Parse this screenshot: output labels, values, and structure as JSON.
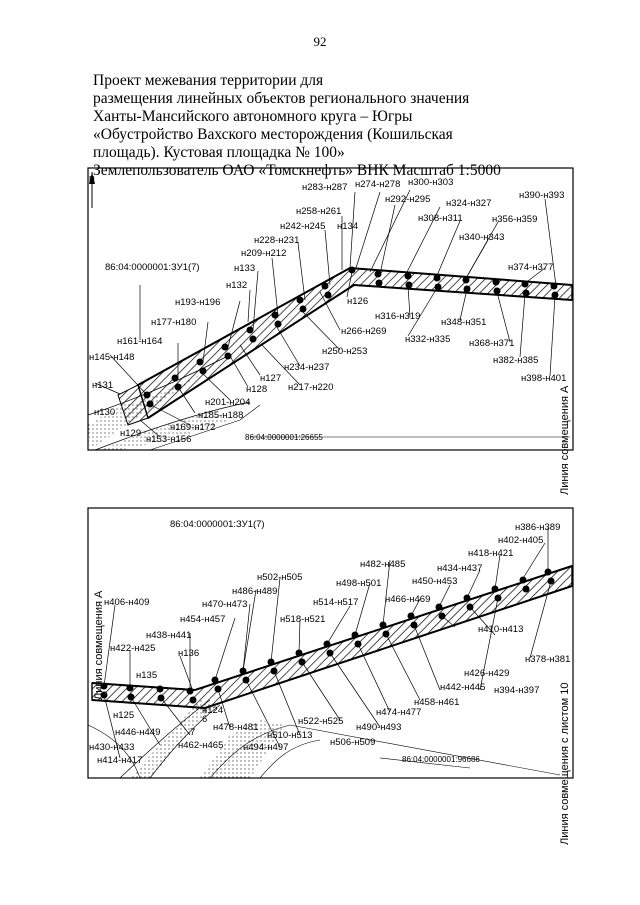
{
  "page_number": "92",
  "title_lines": [
    "Проект межевания территории для",
    "размещения линейных объектов регионального значения",
    "Ханты-Мансийского автономного круга – Югры",
    "«Обустройство Вахского месторождения (Кошильская",
    "площадь). Кустовая площадка № 100»",
    "Землепользователь ОАО «Томскнефть» ВНК  Масштаб 1:5000"
  ],
  "top_map": {
    "north_label": "N",
    "parcel_label": "86:04:0000001:ЗУ1(7)",
    "cadastral_label": "86:04:0000001:26655",
    "side_label": "Линия совмещения А",
    "labels": {
      "l1": "н283-н287",
      "l2": "н274-н278",
      "l3": "н300-н303",
      "l4": "н258-н261",
      "l5": "н292-н295",
      "l6": "н324-н327",
      "l7": "н390-н393",
      "l8": "н242-н245",
      "l9": "н134",
      "l10": "н308-н311",
      "l11": "н356-н359",
      "l12": "н228-н231",
      "l13": "н340-н343",
      "l14": "н209-н212",
      "l15": "н133",
      "l16": "н374-н377",
      "l17": "н132",
      "l18": "н126",
      "l19": "н193-н196",
      "l20": "н316-н319",
      "l21": "н177-н180",
      "l22": "н348-н351",
      "l23": "н266-н269",
      "l24": "н161-н164",
      "l25": "н332-н335",
      "l26": "н368-н371",
      "l27": "н145-н148",
      "l28": "н250-н253",
      "l29": "н382-н385",
      "l30": "н234-н237",
      "l31": "н398-н401",
      "l32": "н127",
      "l33": "н131",
      "l34": "н128",
      "l35": "н217-н220",
      "l36": "н201-н204",
      "l37": "н130",
      "l38": "н185-н188",
      "l39": "н169-н172",
      "l40": "н129",
      "l41": "н153-н156"
    }
  },
  "bottom_map": {
    "parcel_label": "86:04:0000001:ЗУ1(7)",
    "cadastral_label": "86:04:0000001:96686",
    "side_label_left": "Линия совмещения А",
    "side_label_right": "Линия совмещения с листом 10",
    "labels": {
      "b1": "н386-н389",
      "b2": "н402-н405",
      "b3": "н482-н485",
      "b4": "н418-н421",
      "b5": "н434-н437",
      "b6": "н502-н505",
      "b7": "н498-н501",
      "b8": "н450-н453",
      "b9": "н486-н489",
      "b10": "н406-н409",
      "b11": "н470-н473",
      "b12": "н466-н469",
      "b13": "н514-н517",
      "b14": "н454-н457",
      "b15": "н518-н521",
      "b16": "н410-н413",
      "b17": "н438-н441",
      "b18": "н422-н425",
      "b19": "н136",
      "b20": "н426-н429",
      "b21": "н378-н381",
      "b22": "н135",
      "b23": "н442-н445",
      "b24": "н394-н397",
      "b25": "н458-н461",
      "b26": "н474-н477",
      "b27": "н125",
      "b28": "н124",
      "b29": "н522-н525",
      "b30": "н490-н493",
      "b31": "н446-н449",
      "b32": "н478-н481",
      "b33": "н510-н513",
      "b34": "н506-н509",
      "b35": "н430-н433",
      "b36": "н462-н465",
      "b37": "н494-н497",
      "b38": "н414-н417",
      "b39": "6",
      "b40": "7"
    }
  }
}
